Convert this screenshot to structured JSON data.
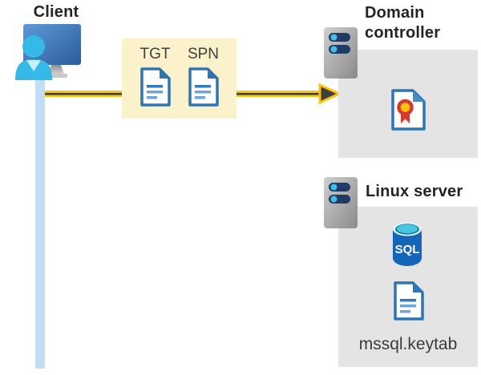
{
  "diagram": {
    "client": {
      "label": "Client"
    },
    "ticket_box": {
      "tgt_label": "TGT",
      "spn_label": "SPN"
    },
    "domain_controller": {
      "label": "Domain controller"
    },
    "linux_server": {
      "label": "Linux server",
      "sql_label": "SQL",
      "keytab_label": "mssql.keytab"
    },
    "colors": {
      "arrow_yellow": "#FFC20E",
      "arrow_dark": "#3F3F3F",
      "ticket_box_bg": "#FBF2CB",
      "panel_gray": "#E4E4E4",
      "doc_blue": "#2E75B6",
      "client_line_blue": "#C4DDF6",
      "person_cyan": "#35B9E6",
      "monitor_blue": "#3E6FAE",
      "server_pill_navy": "#1F3B66",
      "server_dot_cyan": "#41BEE8",
      "sql_blue": "#1565B8",
      "sql_top_cyan": "#49C5E2",
      "cert_red": "#D5382E",
      "cert_yellow": "#FFC20E",
      "text_dark": "#242424"
    }
  }
}
